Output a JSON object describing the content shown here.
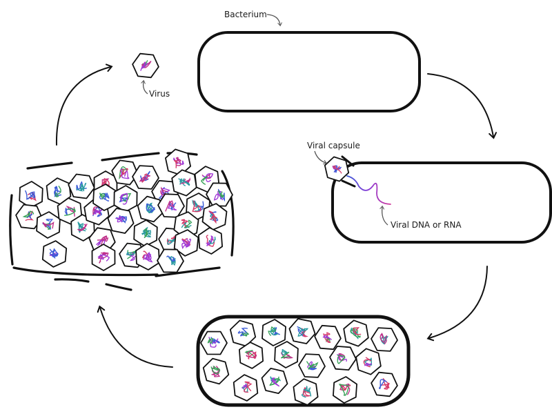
{
  "labels": {
    "bacterium": "Bacterium",
    "virus": "Virus",
    "viral_capsule": "Viral capsule",
    "viral_dna": "Viral DNA or RNA"
  },
  "colors": {
    "outline": "#111111",
    "dna_blue": "#3b5bd6",
    "dna_red": "#d63b6a",
    "dna_green": "#3aa35a",
    "dna_purple": "#a03ad6",
    "dna_magenta": "#c0308a",
    "dna_teal": "#2a9aa0"
  },
  "icons": {
    "virus": "hexagon-virus-icon",
    "arrow": "curved-arrow-icon"
  }
}
